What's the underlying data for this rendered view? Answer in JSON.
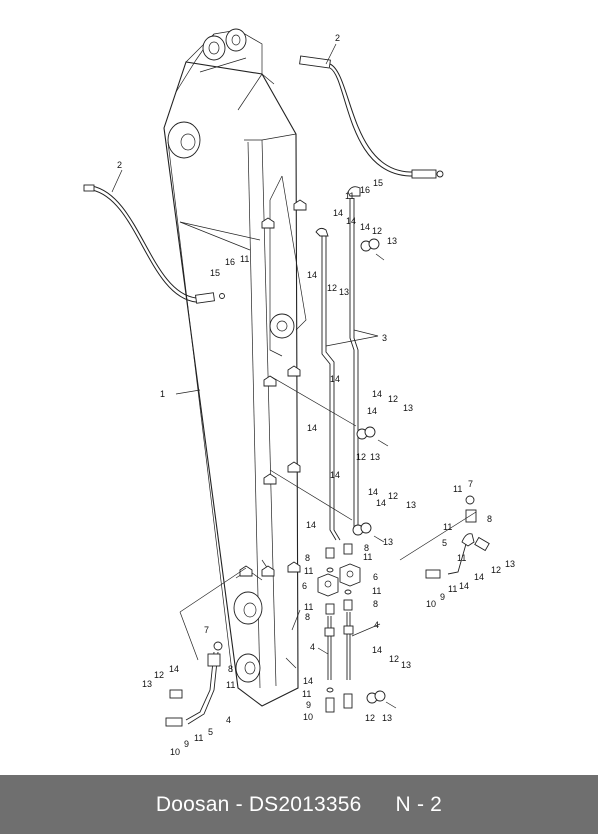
{
  "footer": {
    "brand": "Doosan",
    "dash": "-",
    "part_number": "DS2013356",
    "page": "N - 2"
  },
  "callouts": [
    {
      "id": "c1",
      "text": "1"
    },
    {
      "id": "c2a",
      "text": "2"
    },
    {
      "id": "c2b",
      "text": "2"
    },
    {
      "id": "c3",
      "text": "3"
    },
    {
      "id": "c4a",
      "text": "4"
    },
    {
      "id": "c4b",
      "text": "4"
    },
    {
      "id": "c4c",
      "text": "4"
    },
    {
      "id": "c5a",
      "text": "5"
    },
    {
      "id": "c5b",
      "text": "5"
    },
    {
      "id": "c6a",
      "text": "6"
    },
    {
      "id": "c6b",
      "text": "6"
    },
    {
      "id": "c7a",
      "text": "7"
    },
    {
      "id": "c7b",
      "text": "7"
    },
    {
      "id": "c8a",
      "text": "8"
    },
    {
      "id": "c8b",
      "text": "8"
    },
    {
      "id": "c8c",
      "text": "8"
    },
    {
      "id": "c8d",
      "text": "8"
    },
    {
      "id": "c8e",
      "text": "8"
    },
    {
      "id": "c8f",
      "text": "8"
    },
    {
      "id": "c9a",
      "text": "9"
    },
    {
      "id": "c9b",
      "text": "9"
    },
    {
      "id": "c9c",
      "text": "9"
    },
    {
      "id": "c10a",
      "text": "10"
    },
    {
      "id": "c10b",
      "text": "10"
    },
    {
      "id": "c10c",
      "text": "10"
    },
    {
      "id": "c11a",
      "text": "11"
    },
    {
      "id": "c11b",
      "text": "11"
    },
    {
      "id": "c11c",
      "text": "11"
    },
    {
      "id": "c11d",
      "text": "11"
    },
    {
      "id": "c11e",
      "text": "11"
    },
    {
      "id": "c11f",
      "text": "11"
    },
    {
      "id": "c11g",
      "text": "11"
    },
    {
      "id": "c11h",
      "text": "11"
    },
    {
      "id": "c11i",
      "text": "11"
    },
    {
      "id": "c11j",
      "text": "11"
    },
    {
      "id": "c11k",
      "text": "11"
    },
    {
      "id": "c11l",
      "text": "11"
    },
    {
      "id": "c11m",
      "text": "11"
    },
    {
      "id": "c12a",
      "text": "12"
    },
    {
      "id": "c12b",
      "text": "12"
    },
    {
      "id": "c12c",
      "text": "12"
    },
    {
      "id": "c12d",
      "text": "12"
    },
    {
      "id": "c12e",
      "text": "12"
    },
    {
      "id": "c12f",
      "text": "12"
    },
    {
      "id": "c12g",
      "text": "12"
    },
    {
      "id": "c12h",
      "text": "12"
    },
    {
      "id": "c12i",
      "text": "12"
    },
    {
      "id": "c13a",
      "text": "13"
    },
    {
      "id": "c13b",
      "text": "13"
    },
    {
      "id": "c13c",
      "text": "13"
    },
    {
      "id": "c13d",
      "text": "13"
    },
    {
      "id": "c13e",
      "text": "13"
    },
    {
      "id": "c13f",
      "text": "13"
    },
    {
      "id": "c13g",
      "text": "13"
    },
    {
      "id": "c13h",
      "text": "13"
    },
    {
      "id": "c13i",
      "text": "13"
    },
    {
      "id": "c13j",
      "text": "13"
    },
    {
      "id": "c14a",
      "text": "14"
    },
    {
      "id": "c14b",
      "text": "14"
    },
    {
      "id": "c14c",
      "text": "14"
    },
    {
      "id": "c14d",
      "text": "14"
    },
    {
      "id": "c14e",
      "text": "14"
    },
    {
      "id": "c14f",
      "text": "14"
    },
    {
      "id": "c14g",
      "text": "14"
    },
    {
      "id": "c14h",
      "text": "14"
    },
    {
      "id": "c14i",
      "text": "14"
    },
    {
      "id": "c14j",
      "text": "14"
    },
    {
      "id": "c14k",
      "text": "14"
    },
    {
      "id": "c14l",
      "text": "14"
    },
    {
      "id": "c14m",
      "text": "14"
    },
    {
      "id": "c14n",
      "text": "14"
    },
    {
      "id": "c14o",
      "text": "14"
    },
    {
      "id": "c14p",
      "text": "14"
    },
    {
      "id": "c14q",
      "text": "14"
    },
    {
      "id": "c15a",
      "text": "15"
    },
    {
      "id": "c15b",
      "text": "15"
    },
    {
      "id": "c16a",
      "text": "16"
    },
    {
      "id": "c16b",
      "text": "16"
    }
  ]
}
